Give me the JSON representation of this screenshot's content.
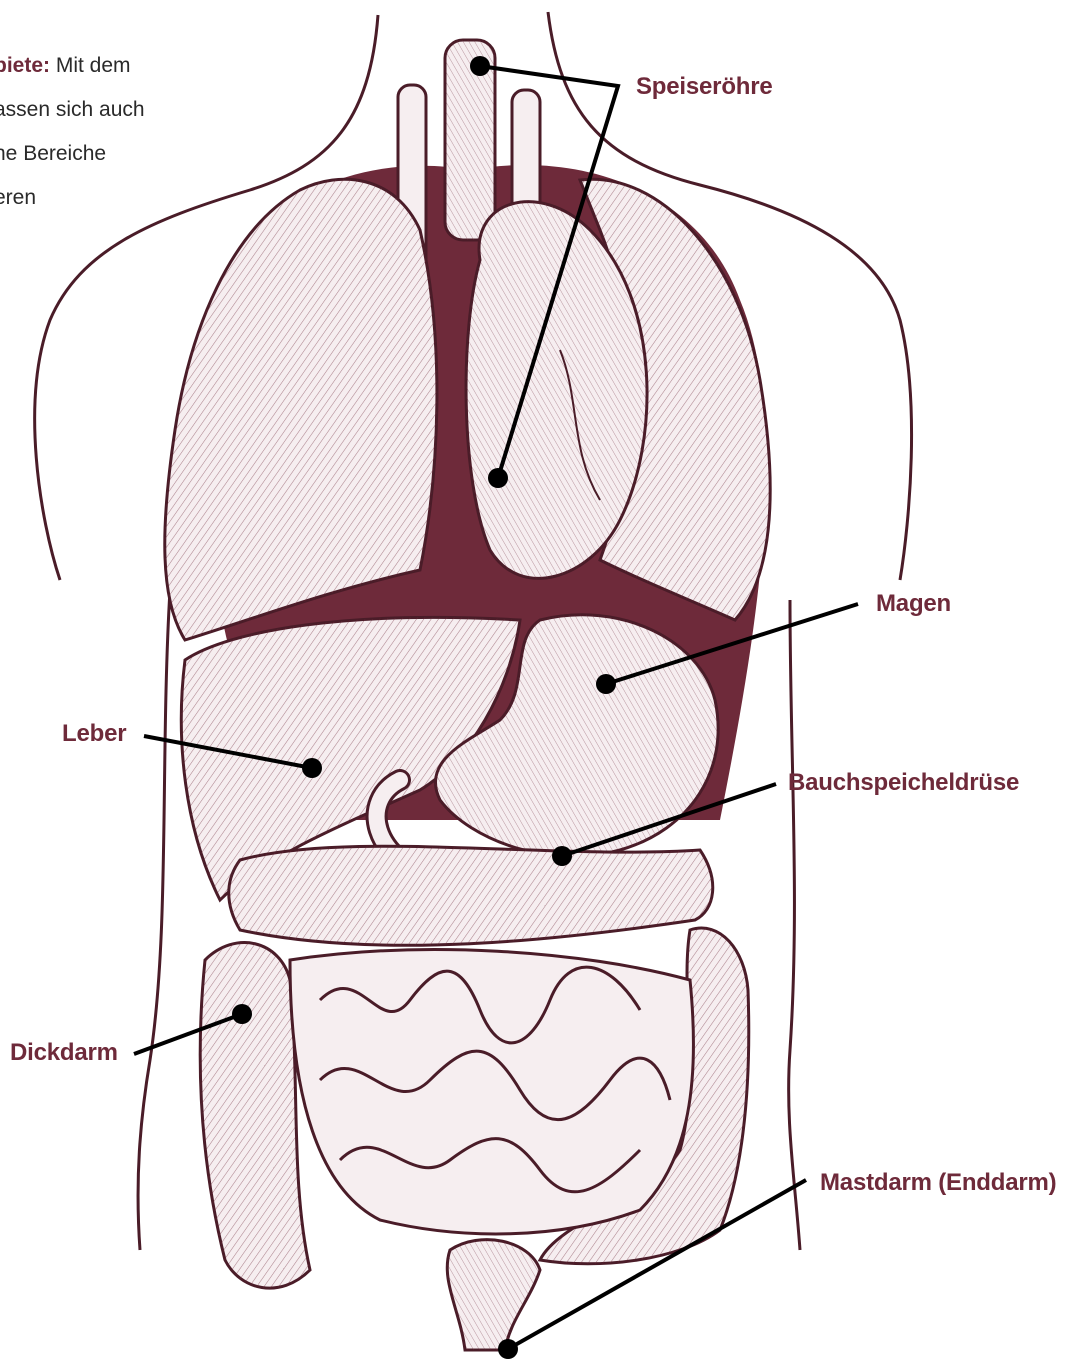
{
  "intro": {
    "lead_bold": "biete:",
    "lines": [
      "Mit dem",
      "assen sich auch",
      "ne Bereiche",
      "eren"
    ]
  },
  "labels": {
    "esophagus": "Speiseröhre",
    "stomach": "Magen",
    "liver": "Leber",
    "pancreas": "Bauchspeicheldrüse",
    "colon": "Dickdarm",
    "rectum": "Mastdarm (Enddarm)"
  },
  "colors": {
    "organ_dark": "#6e2a3a",
    "organ_light": "#f6eef0",
    "outline": "#4a1c28",
    "label": "#6e2a3a",
    "leader": "#000000"
  }
}
